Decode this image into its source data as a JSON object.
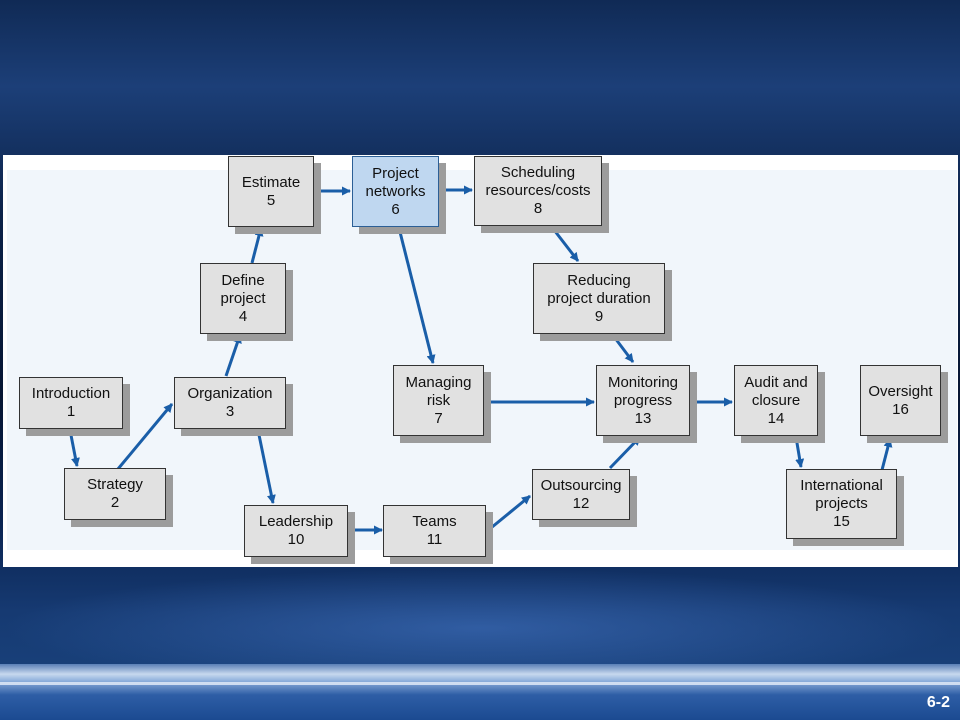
{
  "slide_number": "6-2",
  "highlight_color": "#bfd7f0",
  "arrow_color": "#1a5ea8",
  "nodes": {
    "introduction": "Introduction\n1",
    "strategy": "Strategy\n2",
    "organization": "Organization\n3",
    "define_project": "Define\nproject\n4",
    "estimate": "Estimate\n5",
    "project_networks": "Project\nnetworks\n6",
    "managing_risk": "Managing\nrisk\n7",
    "scheduling": "Scheduling\nresources/costs\n8",
    "reducing_duration": "Reducing\nproject duration\n9",
    "leadership": "Leadership\n10",
    "teams": "Teams\n11",
    "outsourcing": "Outsourcing\n12",
    "monitoring_progress": "Monitoring\nprogress\n13",
    "audit_closure": "Audit and\nclosure\n14",
    "international_projects": "International\nprojects\n15",
    "oversight": "Oversight\n16"
  }
}
